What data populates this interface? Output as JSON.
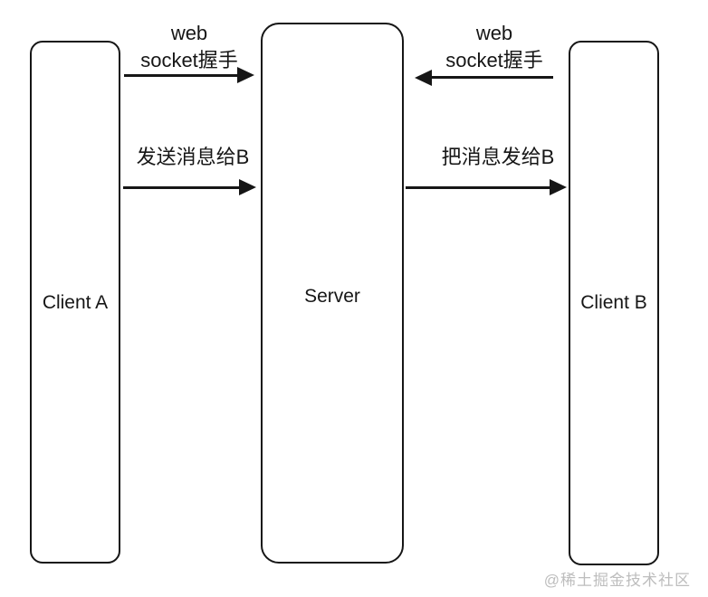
{
  "colors": {
    "background": "#ffffff",
    "line": "#161616",
    "text": "#161616",
    "watermark": "#bdbdbd"
  },
  "nodes": {
    "client_a": {
      "label": "Client A"
    },
    "server": {
      "label": "Server"
    },
    "client_b": {
      "label": "Client B"
    }
  },
  "arrows": {
    "handshake_a_to_server": {
      "label_line1": "web",
      "label_line2": "socket握手",
      "direction": "right"
    },
    "handshake_b_to_server": {
      "label_line1": "web",
      "label_line2": "socket握手",
      "direction": "left"
    },
    "send_message_a_to_server": {
      "label": "发送消息给B",
      "direction": "right"
    },
    "forward_message_server_to_b": {
      "label": "把消息发给B",
      "direction": "right"
    }
  },
  "watermark": {
    "text": "@稀土掘金技术社区"
  }
}
